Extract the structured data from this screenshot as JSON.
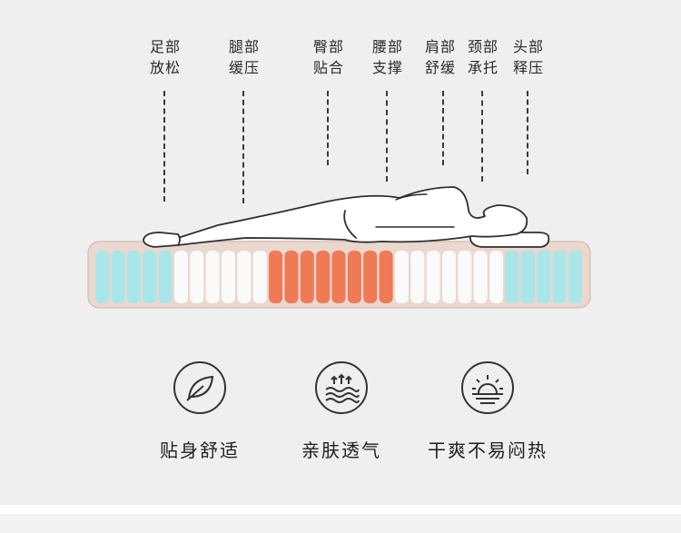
{
  "zones": [
    {
      "line1": "足部",
      "line2": "放松"
    },
    {
      "line1": "腿部",
      "line2": "缓压"
    },
    {
      "line1": "臀部",
      "line2": "贴合"
    },
    {
      "line1": "腰部",
      "line2": "支撑"
    },
    {
      "line1": "肩部",
      "line2": "舒缓"
    },
    {
      "line1": "颈部",
      "line2": "承托"
    },
    {
      "line1": "头部",
      "line2": "释压"
    }
  ],
  "features": [
    {
      "label": "贴身舒适",
      "icon": "leaf-icon"
    },
    {
      "label": "亲肤透气",
      "icon": "breathable-waves-icon"
    },
    {
      "label": "干爽不易闷热",
      "icon": "sun-horizon-icon"
    }
  ],
  "colors": {
    "spring_cyan": "#a8e6ea",
    "spring_white": "#fafafa",
    "spring_orange": "#ef7a55",
    "mattress_frame": "#ead7cd"
  }
}
